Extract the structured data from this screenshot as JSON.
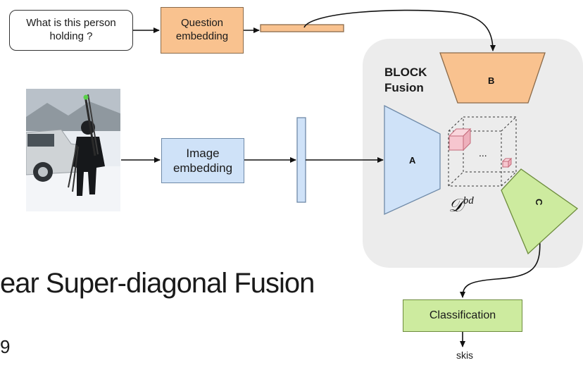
{
  "question": {
    "text": "What is this person holding ?"
  },
  "question_embedding": {
    "label": "Question\nembedding"
  },
  "image_embedding": {
    "label": "Image\nembedding"
  },
  "fusion": {
    "title_line1": "BLOCK",
    "title_line2": "Fusion",
    "factor_a": "A",
    "factor_b": "B",
    "factor_c": "C",
    "core_tensor_label": "𝒟",
    "core_tensor_superscript": "bd",
    "ellipsis": "..."
  },
  "classification": {
    "label": "Classification"
  },
  "output": {
    "answer": "skis"
  },
  "slide": {
    "title": "ear Super-diagonal Fusion",
    "page_number": "9"
  },
  "colors": {
    "question_embedding": "#f9c28f",
    "image_embedding": "#cfe2f8",
    "factor_a": "#cfe2f8",
    "factor_b": "#f9c28f",
    "factor_c": "#cdeb9f",
    "classification": "#cdeb9f",
    "fusion_panel": "#ececec",
    "tensor_blocks": "#f6c6cf"
  }
}
